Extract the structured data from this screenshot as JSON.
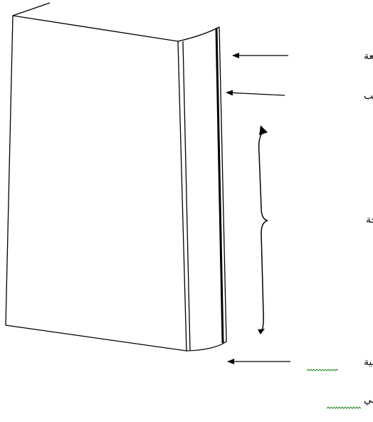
{
  "labels": {
    "university_logo": "شعار الجامعة",
    "student_name": "اسم ولقب الطالب",
    "thesis_title": "عنوان الأطروحة",
    "academic_year": "السنة الجامعية"
  },
  "source_caption": "المصدر: إعداد شخصي",
  "colors": {
    "ink": "#000000",
    "spellcheck_underline": "#2e8b2e"
  }
}
